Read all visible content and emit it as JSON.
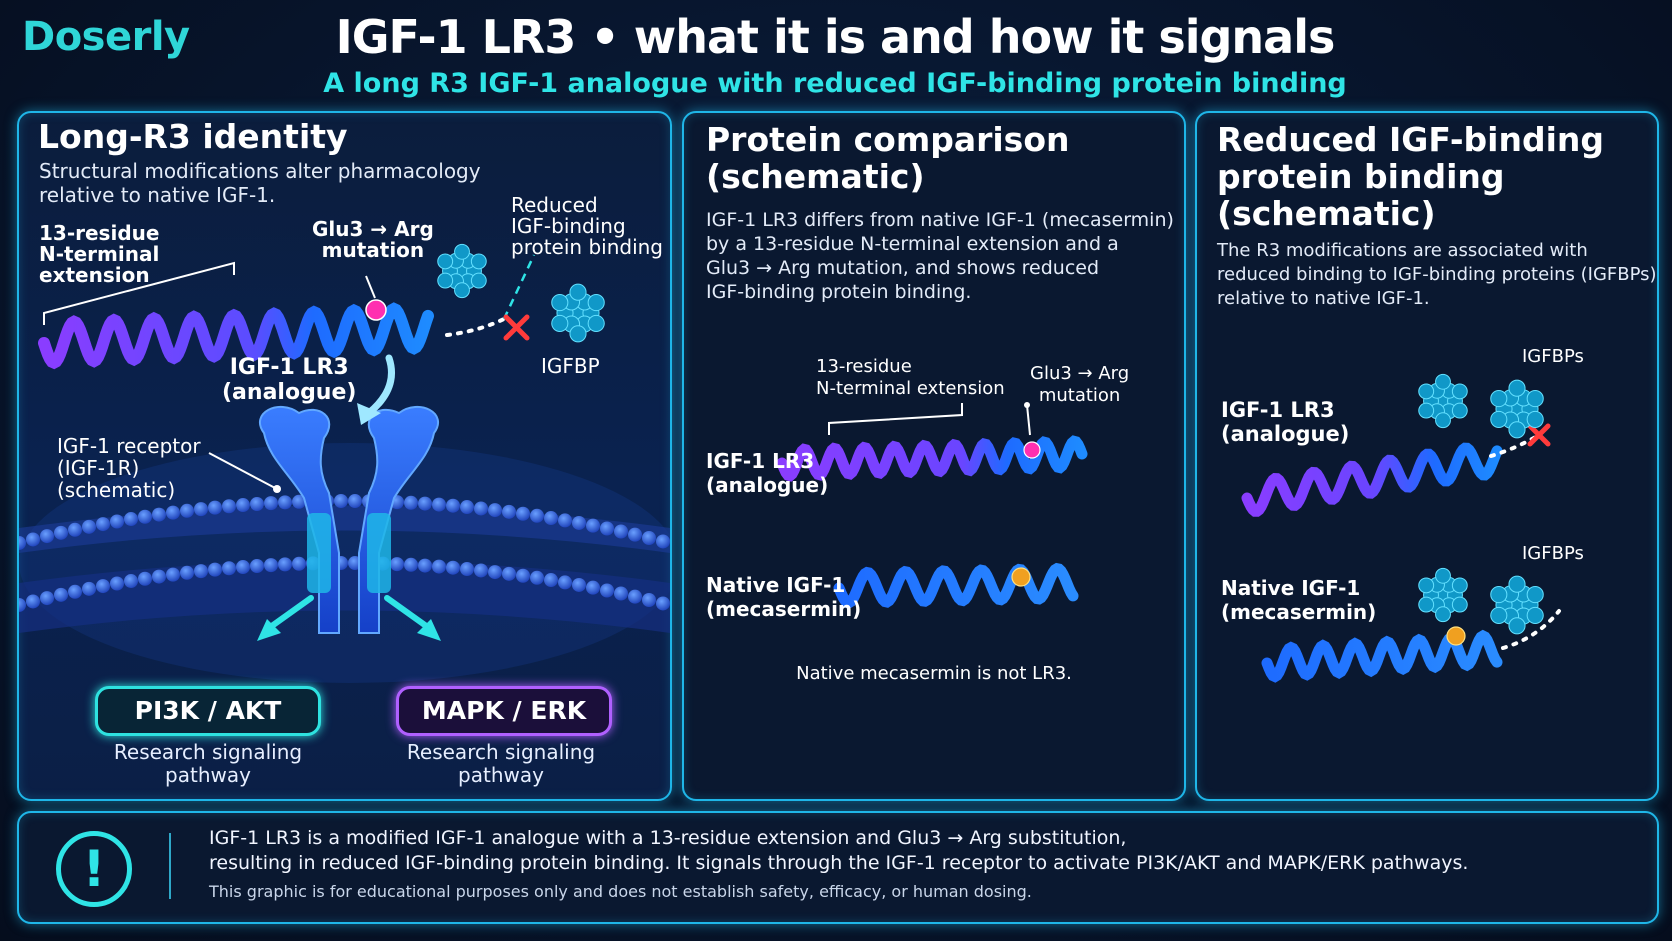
{
  "header": {
    "brand": "Doserly",
    "title": "IGF-1 LR3 • what it is and how it signals",
    "subtitle": "A long R3 IGF-1 analogue with reduced IGF-binding protein binding"
  },
  "panel1": {
    "title": "Long-R3 identity",
    "description_line1": "Structural modifications alter pharmacology",
    "description_line2": "relative to native IGF-1.",
    "label_extension": [
      "13-residue",
      "N-terminal",
      "extension"
    ],
    "label_mutation": [
      "Glu3 → Arg",
      "mutation"
    ],
    "label_reduced": [
      "Reduced",
      "IGF-binding",
      "protein binding"
    ],
    "label_igfbp": "IGFBP",
    "label_analogue": [
      "IGF-1 LR3",
      "(analogue)"
    ],
    "label_receptor": [
      "IGF-1 receptor",
      "(IGF-1R)",
      "(schematic)"
    ],
    "pathway_left": "PI3K / AKT",
    "pathway_right": "MAPK / ERK",
    "pathway_caption": [
      "Research signaling",
      "pathway"
    ]
  },
  "panel2": {
    "title": [
      "Protein comparison",
      "(schematic)"
    ],
    "description": [
      "IGF-1 LR3 differs from native IGF-1 (mecasermin)",
      "by a 13-residue N-terminal extension and a",
      "Glu3 → Arg mutation, and shows reduced",
      "IGF-binding protein binding."
    ],
    "label_extension": [
      "13-residue",
      "N-terminal extension"
    ],
    "label_mutation": [
      "Glu3 → Arg",
      "mutation"
    ],
    "label_lr3": [
      "IGF-1 LR3",
      "(analogue)"
    ],
    "label_native": [
      "Native IGF-1",
      "(mecasermin)"
    ],
    "note": "Native mecasermin is not LR3."
  },
  "panel3": {
    "title": [
      "Reduced IGF-binding",
      "protein binding",
      "(schematic)"
    ],
    "description": [
      "The R3 modifications are associated with",
      "reduced binding to IGF-binding proteins (IGFBPs)",
      "relative to native IGF-1."
    ],
    "label_igfbps": "IGFBPs",
    "label_lr3": [
      "IGF-1 LR3",
      "(analogue)"
    ],
    "label_native": [
      "Native IGF-1",
      "(mecasermin)"
    ]
  },
  "footer": {
    "line1": "IGF-1 LR3 is a modified IGF-1 analogue with a 13-residue extension and Glu3 → Arg substitution,",
    "line2": "resulting in reduced IGF-binding protein binding. It signals through the IGF-1 receptor to activate PI3K/AKT and MAPK/ERK pathways.",
    "disclaimer": "This graphic is for educational purposes only and does not establish safety, efficacy, or human dosing.",
    "warning_glyph": "!"
  },
  "colors": {
    "accent": "#2fe4e6",
    "border": "#1fb6e8",
    "helix_blue": "#1e6bff",
    "helix_purple": "#8a3dff",
    "mutation_magenta": "#ff2fb0",
    "native_residue_orange": "#f0a020",
    "block_red": "#ff3b3b"
  },
  "icons": [
    "warning-icon",
    "block-x-icon",
    "arrow-icon",
    "igfbp-cluster-icon",
    "helix-icon",
    "receptor-icon"
  ]
}
